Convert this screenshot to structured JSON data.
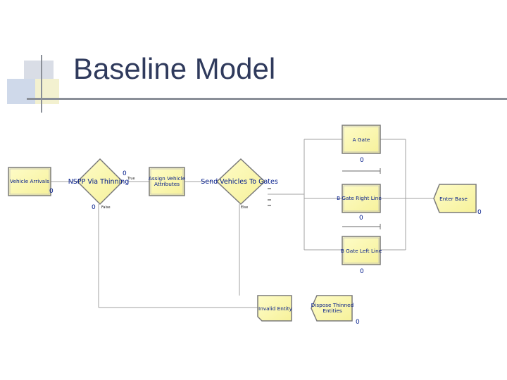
{
  "slide": {
    "title": "Baseline Model"
  },
  "modules": {
    "vehicle_arrivals": {
      "label": "Vehicle Arrivals",
      "count": "0"
    },
    "nspp": {
      "label": "NSPP Via Thinning",
      "count_true": "0",
      "count_false": "0",
      "true_label": "True",
      "false_label": "False"
    },
    "assign": {
      "label_line1": "Assign Vehicle",
      "label_line2": "Attributes"
    },
    "send": {
      "label": "Send Vehicles To Gates",
      "else_label": "Else"
    },
    "a_gate": {
      "label": "A Gate",
      "count": "0"
    },
    "b_gate_right": {
      "label": "B Gate Right Line",
      "count": "0"
    },
    "b_gate_left": {
      "label": "B Gate Left Line",
      "count": "0"
    },
    "enter_base": {
      "label": "Enter Base",
      "count": "0"
    },
    "invalid_entity": {
      "label": "Invalid Entity"
    },
    "dispose_thinned": {
      "label_line1": "Dispose Thinned",
      "label_line2": "Entities",
      "count": "0"
    }
  },
  "colors": {
    "module_fill": "#fdfbb5",
    "module_border": "#7a7a7a",
    "label_text": "#001a8a",
    "connector": "#a0a0a0",
    "title_text": "#2f3a5c"
  }
}
